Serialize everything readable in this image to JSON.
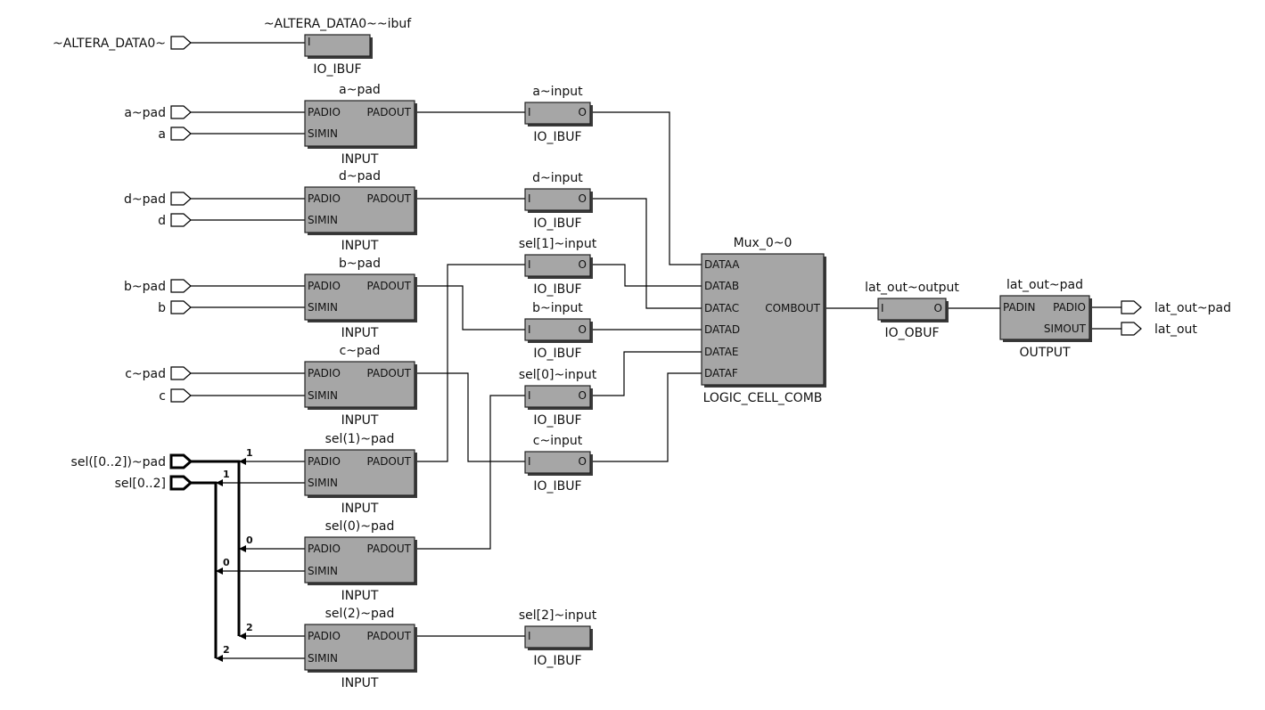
{
  "colors": {
    "cell_fill": "#a6a6a6",
    "wire": "#000000",
    "background": "#ffffff"
  },
  "pins_in": [
    {
      "name": "~ALTERA_DATA0~",
      "bus": false
    },
    {
      "name": "a~pad",
      "bus": false
    },
    {
      "name": "a",
      "bus": false
    },
    {
      "name": "d~pad",
      "bus": false
    },
    {
      "name": "d",
      "bus": false
    },
    {
      "name": "b~pad",
      "bus": false
    },
    {
      "name": "b",
      "bus": false
    },
    {
      "name": "c~pad",
      "bus": false
    },
    {
      "name": "c",
      "bus": false
    },
    {
      "name": "sel([0..2])~pad",
      "bus": true
    },
    {
      "name": "sel[0..2]",
      "bus": true
    }
  ],
  "pins_out": [
    {
      "name": "lat_out~pad"
    },
    {
      "name": "lat_out"
    }
  ],
  "cells": [
    {
      "name": "~ALTERA_DATA0~~ibuf",
      "type": "IO_IBUF",
      "ports_in": [
        "I"
      ],
      "ports_out": []
    },
    {
      "name": "a~pad",
      "type": "INPUT",
      "ports_in": [
        "PADIO",
        "SIMIN"
      ],
      "ports_out": [
        "PADOUT"
      ]
    },
    {
      "name": "d~pad",
      "type": "INPUT",
      "ports_in": [
        "PADIO",
        "SIMIN"
      ],
      "ports_out": [
        "PADOUT"
      ]
    },
    {
      "name": "b~pad",
      "type": "INPUT",
      "ports_in": [
        "PADIO",
        "SIMIN"
      ],
      "ports_out": [
        "PADOUT"
      ]
    },
    {
      "name": "c~pad",
      "type": "INPUT",
      "ports_in": [
        "PADIO",
        "SIMIN"
      ],
      "ports_out": [
        "PADOUT"
      ]
    },
    {
      "name": "sel(1)~pad",
      "type": "INPUT",
      "ports_in": [
        "PADIO",
        "SIMIN"
      ],
      "ports_out": [
        "PADOUT"
      ]
    },
    {
      "name": "sel(0)~pad",
      "type": "INPUT",
      "ports_in": [
        "PADIO",
        "SIMIN"
      ],
      "ports_out": [
        "PADOUT"
      ]
    },
    {
      "name": "sel(2)~pad",
      "type": "INPUT",
      "ports_in": [
        "PADIO",
        "SIMIN"
      ],
      "ports_out": [
        "PADOUT"
      ]
    },
    {
      "name": "a~input",
      "type": "IO_IBUF",
      "ports_in": [
        "I"
      ],
      "ports_out": [
        "O"
      ]
    },
    {
      "name": "d~input",
      "type": "IO_IBUF",
      "ports_in": [
        "I"
      ],
      "ports_out": [
        "O"
      ]
    },
    {
      "name": "sel[1]~input",
      "type": "IO_IBUF",
      "ports_in": [
        "I"
      ],
      "ports_out": [
        "O"
      ]
    },
    {
      "name": "b~input",
      "type": "IO_IBUF",
      "ports_in": [
        "I"
      ],
      "ports_out": [
        "O"
      ]
    },
    {
      "name": "sel[0]~input",
      "type": "IO_IBUF",
      "ports_in": [
        "I"
      ],
      "ports_out": [
        "O"
      ]
    },
    {
      "name": "c~input",
      "type": "IO_IBUF",
      "ports_in": [
        "I"
      ],
      "ports_out": [
        "O"
      ]
    },
    {
      "name": "sel[2]~input",
      "type": "IO_IBUF",
      "ports_in": [
        "I"
      ],
      "ports_out": []
    },
    {
      "name": "Mux_0~0",
      "type": "LOGIC_CELL_COMB",
      "ports_in": [
        "DATAA",
        "DATAB",
        "DATAC",
        "DATAD",
        "DATAE",
        "DATAF"
      ],
      "ports_out": [
        "COMBOUT"
      ]
    },
    {
      "name": "lat_out~output",
      "type": "IO_OBUF",
      "ports_in": [
        "I"
      ],
      "ports_out": [
        "O"
      ]
    },
    {
      "name": "lat_out~pad",
      "type": "OUTPUT",
      "ports_in": [
        "PADIN"
      ],
      "ports_out": [
        "PADIO",
        "SIMOUT"
      ]
    }
  ],
  "bus_bits": [
    "1",
    "1",
    "0",
    "0",
    "2",
    "2"
  ]
}
